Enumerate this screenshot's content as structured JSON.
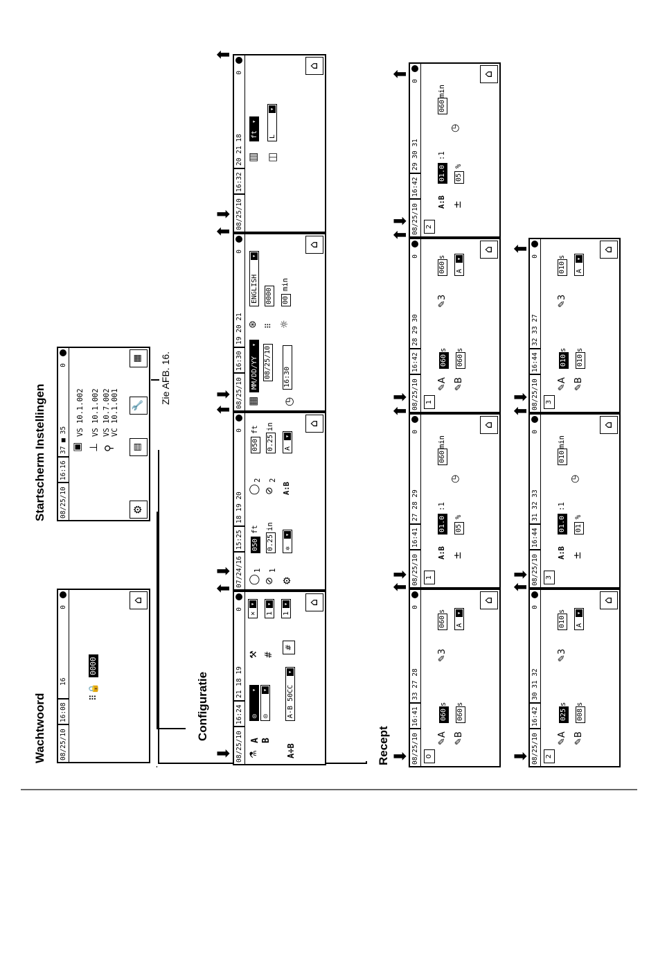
{
  "labels": {
    "wachtwoord": "Wachtwoord",
    "startscherm": "Startscherm Instellingen",
    "configuratie": "Configuratie",
    "recept": "Recept",
    "zie": "Zie AFB. 16."
  },
  "password_screen": {
    "date": "08/25/10",
    "time": "16:08",
    "num": "16",
    "zero": "0",
    "value": "0000"
  },
  "home_screen": {
    "date": "08/25/10",
    "time": "16:16",
    "nav": "37 ■ 35",
    "zero": "0",
    "versions": [
      "VS 10.1.002",
      "VS 10.1.002",
      "VS 10.7.002",
      "VC 10.1.001"
    ]
  },
  "config_screens": [
    {
      "date": "08/25/10",
      "time": "16:24",
      "nav": "21 18 19",
      "zero": "0",
      "dropdown": "A-B 50CC",
      "labelA": "A",
      "labelB": "B"
    },
    {
      "date": "07/24/16",
      "time": "15:25",
      "nav": "18 19 20",
      "zero": "0",
      "v1": "050",
      "u1": "ft",
      "v2": "0.25",
      "u2": "in",
      "v3": "050",
      "u3": "ft",
      "v4": "0.25",
      "u4": "in",
      "n1": "1",
      "n2": "2"
    },
    {
      "date": "08/25/10",
      "time": "16:30",
      "nav": "19 20 21",
      "zero": "0",
      "fmt": "MM/DD/YY",
      "lang": "ENGLISH",
      "datev": "08/25/10",
      "timev": "16:30",
      "pin": "0000",
      "min": "00",
      "minu": "min"
    },
    {
      "date": "08/25/10",
      "time": "16:32",
      "nav": "20 21 18",
      "zero": "0",
      "unit": "ft",
      "vol": "L"
    }
  ],
  "recipe_screens": [
    {
      "date": "08/25/10",
      "time": "16:41",
      "nav": "33 27 28",
      "zero": "0",
      "num": "0",
      "a": "060",
      "b": "060",
      "c": "060",
      "u": "s"
    },
    {
      "date": "08/25/10",
      "time": "16:41",
      "nav": "27 28 29",
      "zero": "0",
      "num": "1",
      "ratio": "01.0",
      "tol": "05",
      "tmin": "060",
      "min": "min",
      "pct": "%"
    },
    {
      "date": "08/25/10",
      "time": "16:42",
      "nav": "28 29 30",
      "zero": "0",
      "num": "1",
      "a": "060",
      "b": "060",
      "c": "060",
      "u": "s"
    },
    {
      "date": "08/25/10",
      "time": "16:42",
      "nav": "29 30 31",
      "zero": "0",
      "num": "2",
      "ratio": "01.0",
      "tol": "05",
      "tmin": "060",
      "min": "min",
      "pct": "%"
    },
    {
      "date": "08/25/10",
      "time": "16:42",
      "nav": "30 31 32",
      "zero": "0",
      "num": "2",
      "a": "025",
      "b": "008",
      "c": "010",
      "u": "s"
    },
    {
      "date": "08/25/10",
      "time": "16:44",
      "nav": "31 32 33",
      "zero": "0",
      "num": "3",
      "ratio": "01.0",
      "tol": "01",
      "tmin": "010",
      "min": "min",
      "pct": "%"
    },
    {
      "date": "08/25/10",
      "time": "16:44",
      "nav": "32 33 27",
      "zero": "0",
      "num": "3",
      "a": "010",
      "b": "010",
      "c": "010",
      "u": "s"
    }
  ]
}
